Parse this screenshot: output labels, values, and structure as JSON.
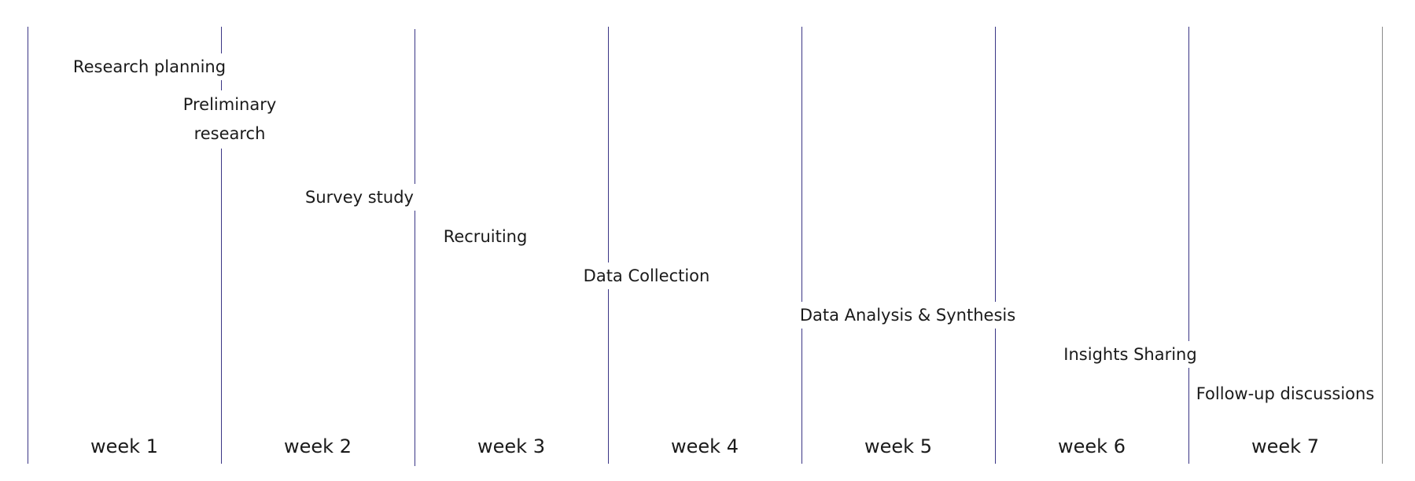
{
  "weeks": [
    {
      "label": "week 1"
    },
    {
      "label": "week 2"
    },
    {
      "label": "week 3"
    },
    {
      "label": "week 4"
    },
    {
      "label": "week 5"
    },
    {
      "label": "week 6"
    },
    {
      "label": "week 7"
    }
  ],
  "tasks": [
    {
      "label": "Research planning",
      "start_week": 1
    },
    {
      "label": "Preliminary research",
      "start_week": 1.5
    },
    {
      "label": "Survey study",
      "start_week": 2.2
    },
    {
      "label": "Recruiting",
      "start_week": 2.9
    },
    {
      "label": "Data Collection",
      "start_week": 3.6
    },
    {
      "label": "Data Analysis & Synthesis",
      "start_week": 4.7
    },
    {
      "label": "Insights Sharing",
      "start_week": 6.0
    },
    {
      "label": "Follow-up discussions",
      "start_week": 6.5
    }
  ],
  "colors": {
    "grid_line": "#3a3585",
    "text": "#1a1a1a",
    "background": "#ffffff"
  }
}
